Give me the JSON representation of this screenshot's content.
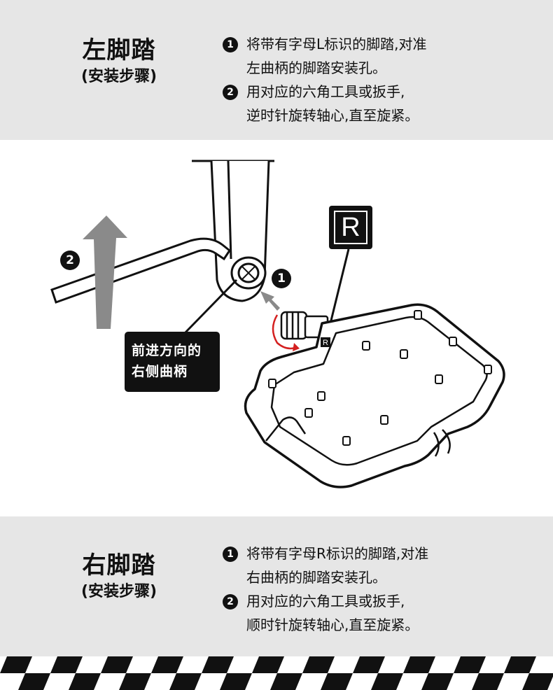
{
  "left": {
    "title": "左脚踏",
    "subtitle": "(安装步骤)",
    "steps": [
      {
        "num": "1",
        "line1": "将带有字母L标识的脚踏,对准",
        "line2": "左曲柄的脚踏安装孔。"
      },
      {
        "num": "2",
        "line1": "用对应的六角工具或扳手,",
        "line2": "逆时针旋转轴心,直至旋紧。"
      }
    ]
  },
  "right": {
    "title": "右脚踏",
    "subtitle": "(安装步骤)",
    "steps": [
      {
        "num": "1",
        "line1": "将带有字母R标识的脚踏,对准",
        "line2": "右曲柄的脚踏安装孔。"
      },
      {
        "num": "2",
        "line1": "用对应的六角工具或扳手,",
        "line2": "顺时针旋转轴心,直至旋紧。"
      }
    ]
  },
  "illustration": {
    "callout_line1": "前进方向的",
    "callout_line2": "右侧曲柄",
    "r_label": "R",
    "marker_1": "1",
    "marker_2": "2",
    "pedal_mark": "R",
    "arrow_color": "#8a8a8a",
    "rotation_color": "#d42020"
  }
}
